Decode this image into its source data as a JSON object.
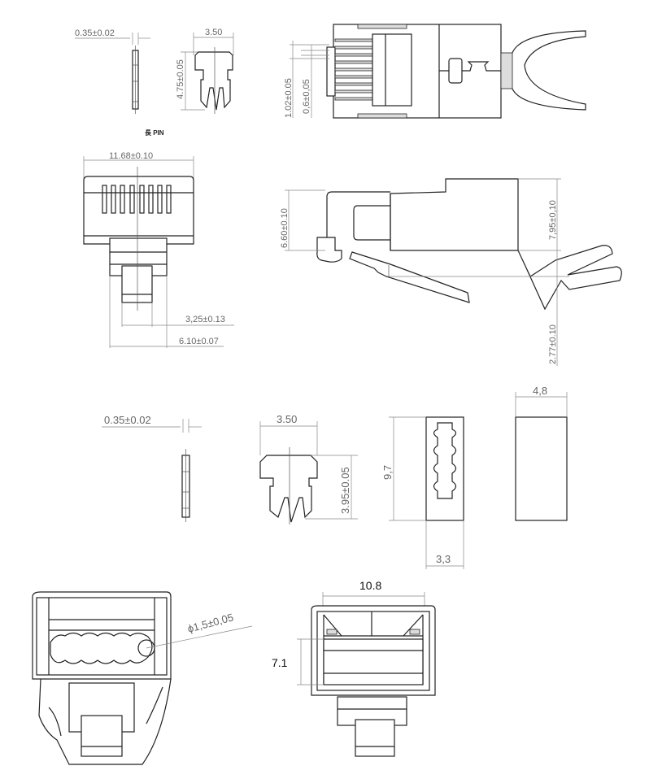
{
  "pin_long": {
    "thickness": "0.35±0.02",
    "width": "3.50",
    "height": "4.75±0.05",
    "caption": "長 PIN"
  },
  "top_view": {
    "pitch": "1.02±0.05",
    "contact_width": "0,6±0,05"
  },
  "front_view": {
    "width": "11.68±0.10",
    "latch_width": "3,25±0.13",
    "latch_base_width": "6.10±0.07"
  },
  "side_view": {
    "body_height": "6.60±0.10",
    "total_height": "7,95±0,10",
    "boot_offset": "2.77±0.10"
  },
  "pin_short": {
    "thickness": "0.35±0.02",
    "width": "3.50",
    "height": "3.95±0.05"
  },
  "load_bar": {
    "length": "9,7",
    "width": "3,3",
    "depth": "4,8"
  },
  "entry_view": {
    "hole_diameter": "ϕ1,5±0,05"
  },
  "rear_view": {
    "width": "10.8",
    "height": "7.1"
  }
}
